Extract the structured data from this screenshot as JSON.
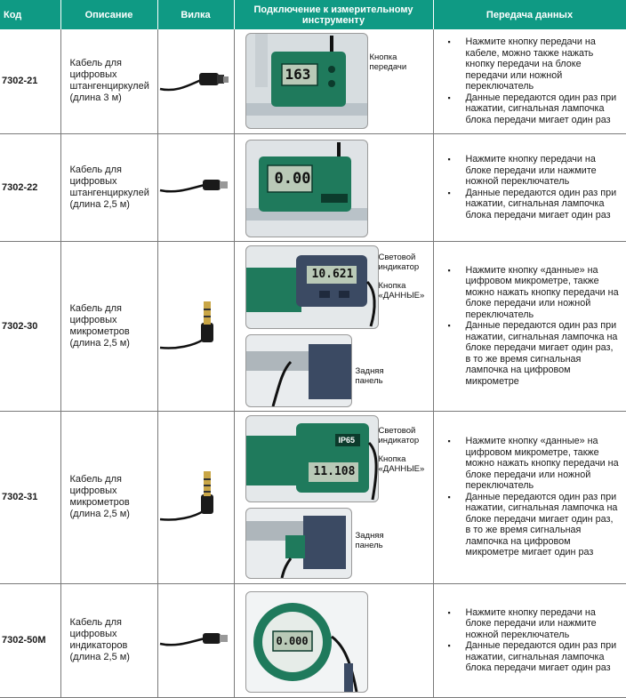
{
  "header": {
    "code": "Код",
    "description": "Описание",
    "plug": "Вилка",
    "connection": "Подключение к измерительному инструменту",
    "transfer": "Передача данных"
  },
  "rows": [
    {
      "code": "7302-21",
      "description": "Кабель для цифровых штангенциркулей (длина 3 м)",
      "readout": "163",
      "callouts": [
        "Кнопка передачи"
      ],
      "transfer": [
        "Нажмите кнопку передачи на кабеле, можно также нажать кнопку передачи на блоке передачи или ножной переключатель",
        "Данные передаются один раз при нажатии, сигнальная лампочка блока передачи мигает один раз"
      ]
    },
    {
      "code": "7302-22",
      "description": "Кабель для цифровых штангенциркулей (длина 2,5 м)",
      "readout": "0.00",
      "callouts": [],
      "transfer": [
        "Нажмите кнопку передачи на блоке передачи или нажмите ножной переключатель",
        "Данные передаются один раз при нажатии, сигнальная лампочка блока передачи мигает один раз"
      ]
    },
    {
      "code": "7302-30",
      "description": "Кабель для цифровых микрометров (длина 2,5 м)",
      "readout": "10.621",
      "callouts": [
        "Световой индикатор",
        "Кнопка «ДАННЫЕ»",
        "Задняя панель"
      ],
      "transfer": [
        "Нажмите кнопку «данные» на цифровом микрометре, также можно нажать кнопку передачи на блоке передачи или ножной переключатель",
        "Данные передаются один раз при нажатии, сигнальная лампочка на блоке передачи мигает один раз, в то же время сигнальная лампочка на цифровом микрометре"
      ]
    },
    {
      "code": "7302-31",
      "description": "Кабель для цифровых микрометров (длина 2,5 м)",
      "readout": "11.108",
      "badge": "IP65",
      "callouts": [
        "Световой индикатор",
        "Кнопка «ДАННЫЕ»",
        "Задняя панель"
      ],
      "transfer": [
        "Нажмите кнопку «данные» на цифровом микрометре, также можно нажать кнопку передачи на блоке передачи или ножной переключатель",
        "Данные передаются один раз при нажатии, сигнальная лампочка на блоке передачи мигает один раз, в то же время сигнальная лампочка на цифровом микрометре мигает один раз"
      ]
    },
    {
      "code": "7302-50M",
      "description": "Кабель для цифровых индикаторов (длина 2,5 м)",
      "readout": "0.000",
      "callouts": [],
      "transfer": [
        "Нажмите кнопку передачи на блоке передачи или нажмите ножной переключатель",
        "Данные передаются один раз при нажатии, сигнальная лампочка блока передачи мигает один раз"
      ]
    }
  ],
  "colors": {
    "header_bg": "#0f9a84",
    "tool_green": "#1f7a5c",
    "lcd": "#b9c9b7",
    "tool_navy": "#3b4a63"
  }
}
